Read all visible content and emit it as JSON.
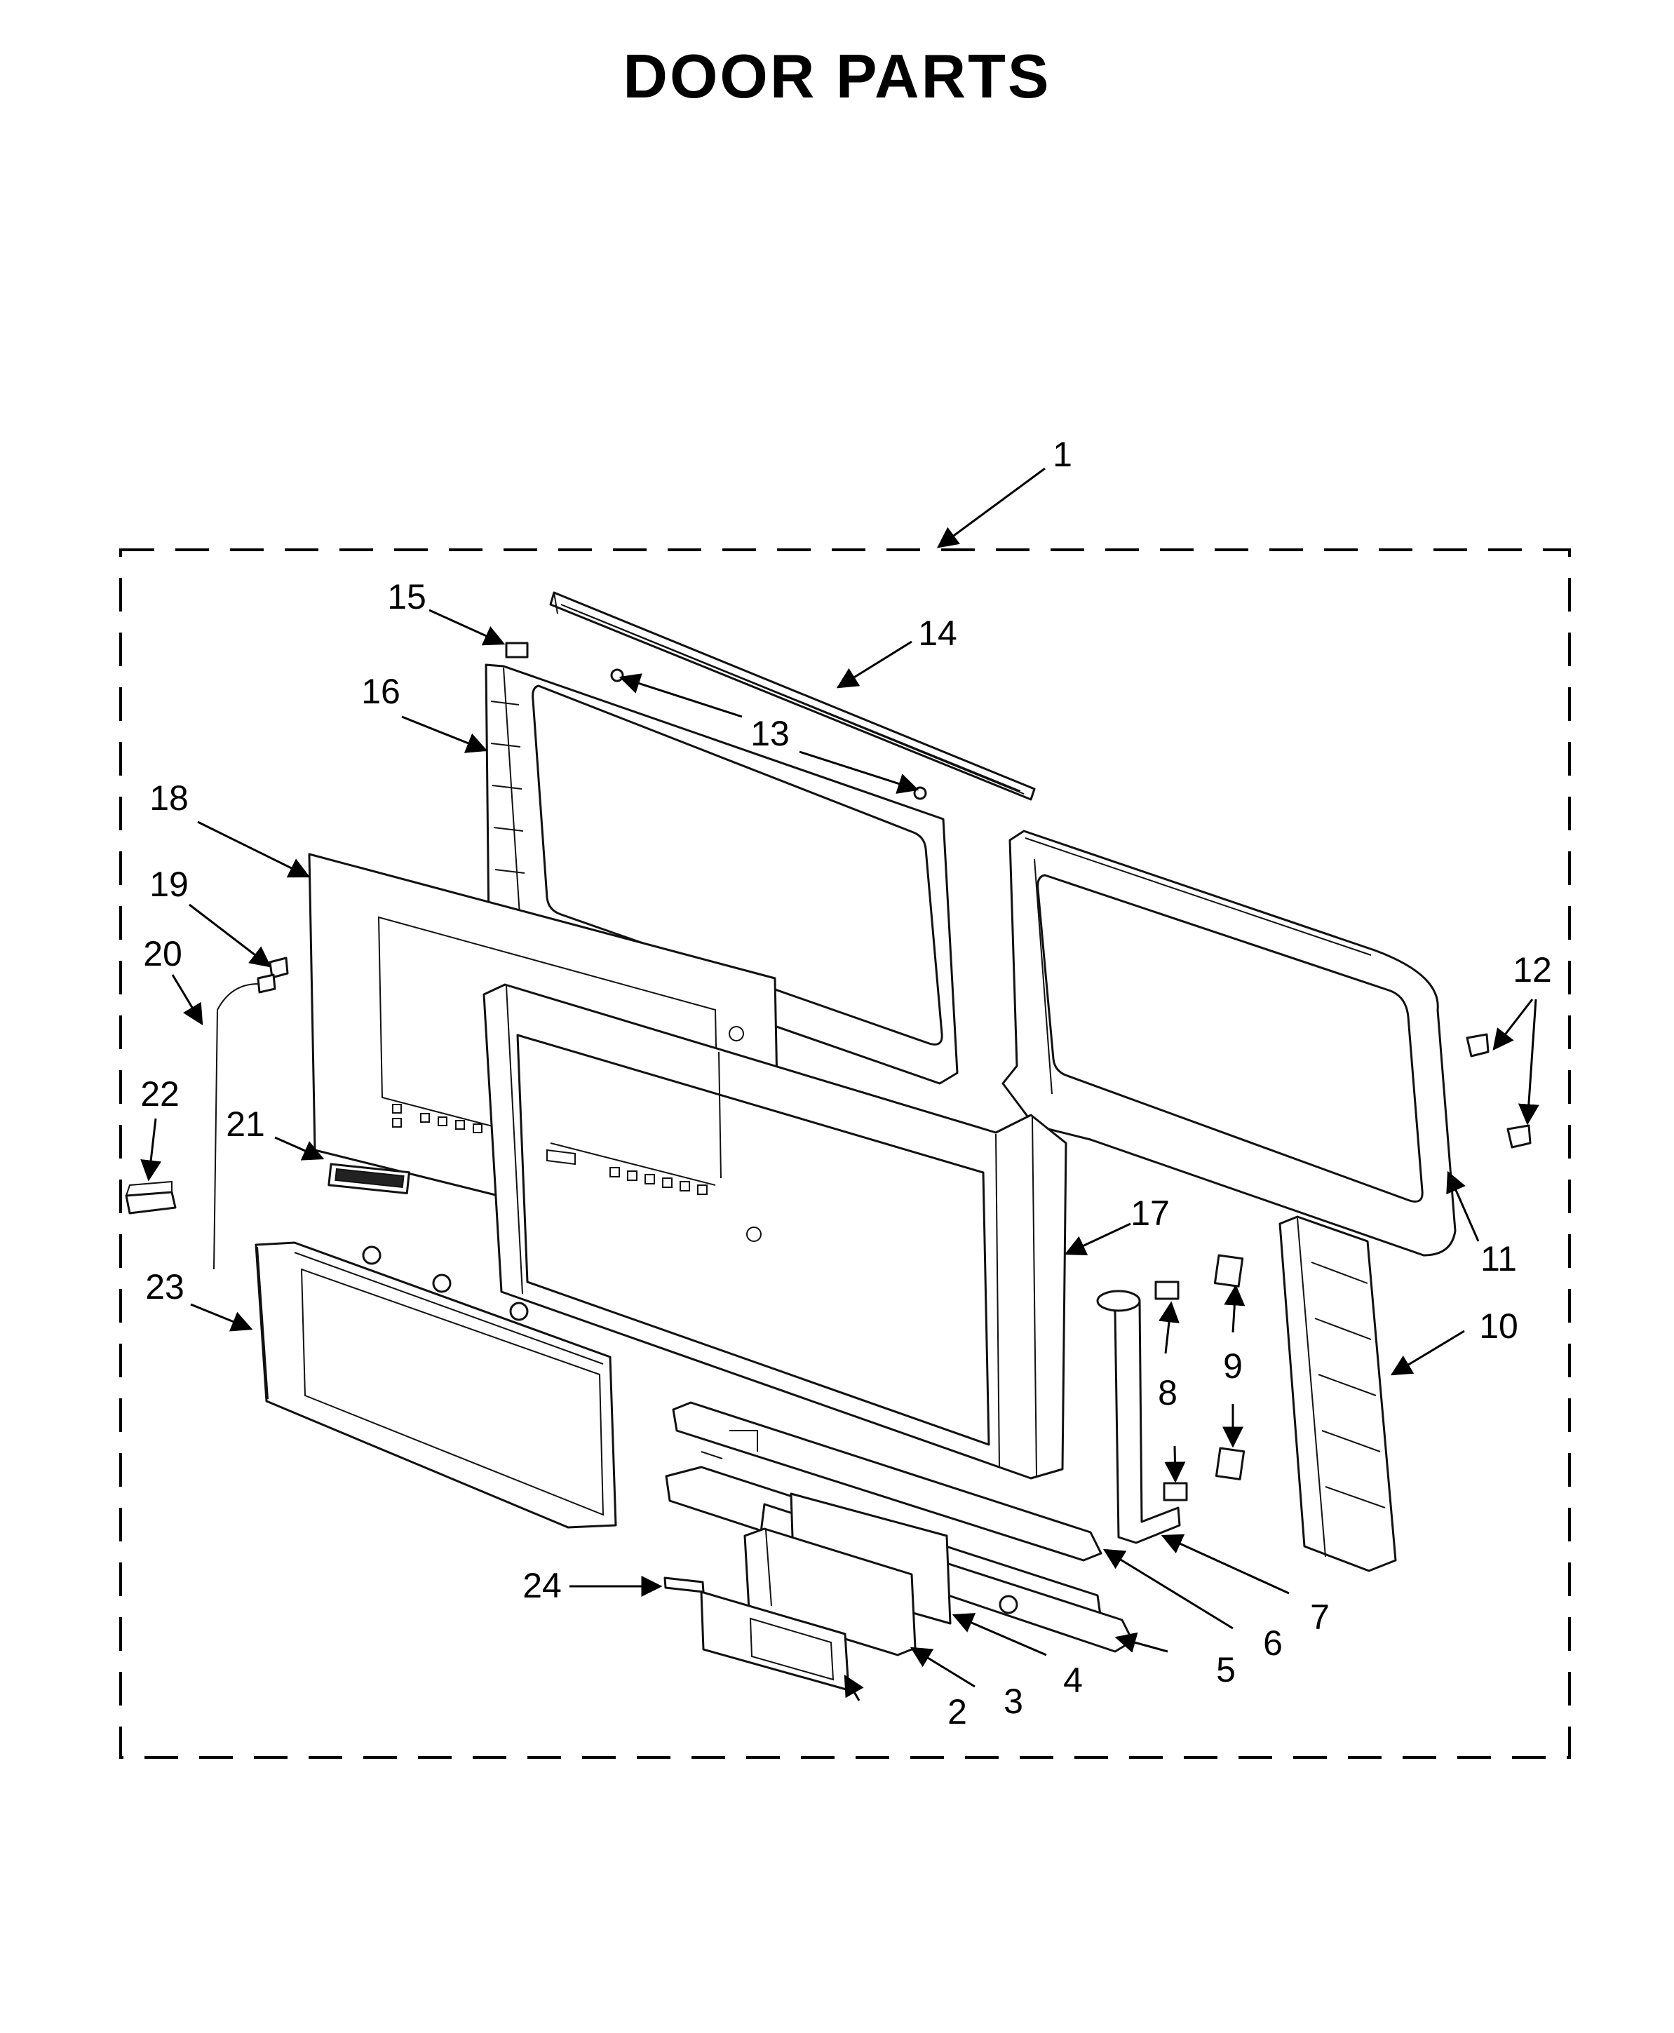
{
  "title": "DOOR PARTS",
  "diagram": {
    "callouts": [
      {
        "id": "1",
        "label": "1"
      },
      {
        "id": "2",
        "label": "2"
      },
      {
        "id": "3",
        "label": "3"
      },
      {
        "id": "4",
        "label": "4"
      },
      {
        "id": "5",
        "label": "5"
      },
      {
        "id": "6",
        "label": "6"
      },
      {
        "id": "7",
        "label": "7"
      },
      {
        "id": "8",
        "label": "8"
      },
      {
        "id": "9",
        "label": "9"
      },
      {
        "id": "10",
        "label": "10"
      },
      {
        "id": "11",
        "label": "11"
      },
      {
        "id": "12",
        "label": "12"
      },
      {
        "id": "13",
        "label": "13"
      },
      {
        "id": "14",
        "label": "14"
      },
      {
        "id": "15",
        "label": "15"
      },
      {
        "id": "16",
        "label": "16"
      },
      {
        "id": "17",
        "label": "17"
      },
      {
        "id": "18",
        "label": "18"
      },
      {
        "id": "19",
        "label": "19"
      },
      {
        "id": "20",
        "label": "20"
      },
      {
        "id": "21",
        "label": "21"
      },
      {
        "id": "22",
        "label": "22"
      },
      {
        "id": "23",
        "label": "23"
      },
      {
        "id": "24",
        "label": "24"
      }
    ]
  }
}
